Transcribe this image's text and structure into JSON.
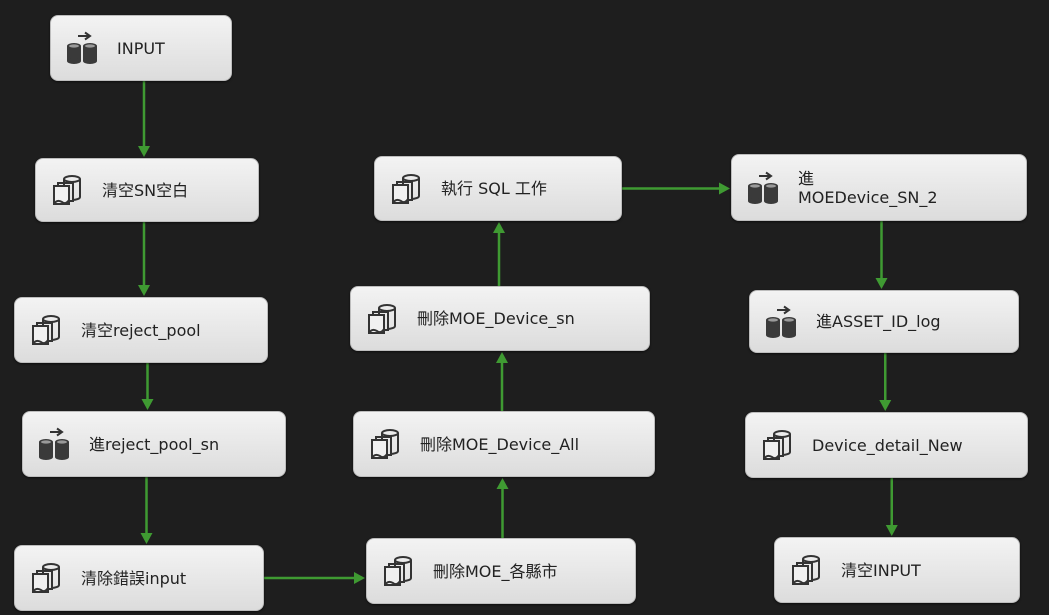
{
  "colors": {
    "background": "#1e1e1e",
    "connector": "#3f9a32",
    "task_fill": "#e6e6e6",
    "task_text": "#222222"
  },
  "tasks": [
    {
      "id": "t1",
      "label": "INPUT",
      "icon": "data-flow-icon"
    },
    {
      "id": "t2",
      "label": "清空SN空白",
      "icon": "execute-sql-icon"
    },
    {
      "id": "t3",
      "label": "清空reject_pool",
      "icon": "execute-sql-icon"
    },
    {
      "id": "t4",
      "label": "進reject_pool_sn",
      "icon": "data-flow-icon"
    },
    {
      "id": "t5",
      "label": "清除錯誤input",
      "icon": "execute-sql-icon"
    },
    {
      "id": "t6",
      "label": "刪除MOE_各縣市",
      "icon": "execute-sql-icon"
    },
    {
      "id": "t7",
      "label": "刪除MOE_Device_All",
      "icon": "execute-sql-icon"
    },
    {
      "id": "t8",
      "label": "刪除MOE_Device_sn",
      "icon": "execute-sql-icon"
    },
    {
      "id": "t9",
      "label": "執行 SQL 工作",
      "icon": "execute-sql-icon"
    },
    {
      "id": "t10",
      "label": "進\nMOEDevice_SN_2",
      "icon": "data-flow-icon"
    },
    {
      "id": "t11",
      "label": "進ASSET_ID_log",
      "icon": "data-flow-icon"
    },
    {
      "id": "t12",
      "label": "Device_detail_New",
      "icon": "execute-sql-icon"
    },
    {
      "id": "t13",
      "label": "清空INPUT",
      "icon": "execute-sql-icon"
    }
  ],
  "constraints": [
    {
      "from": "t1",
      "to": "t2"
    },
    {
      "from": "t2",
      "to": "t3"
    },
    {
      "from": "t3",
      "to": "t4"
    },
    {
      "from": "t4",
      "to": "t5"
    },
    {
      "from": "t5",
      "to": "t6"
    },
    {
      "from": "t6",
      "to": "t7"
    },
    {
      "from": "t7",
      "to": "t8"
    },
    {
      "from": "t8",
      "to": "t9"
    },
    {
      "from": "t9",
      "to": "t10"
    },
    {
      "from": "t10",
      "to": "t11"
    },
    {
      "from": "t11",
      "to": "t12"
    },
    {
      "from": "t12",
      "to": "t13"
    }
  ]
}
